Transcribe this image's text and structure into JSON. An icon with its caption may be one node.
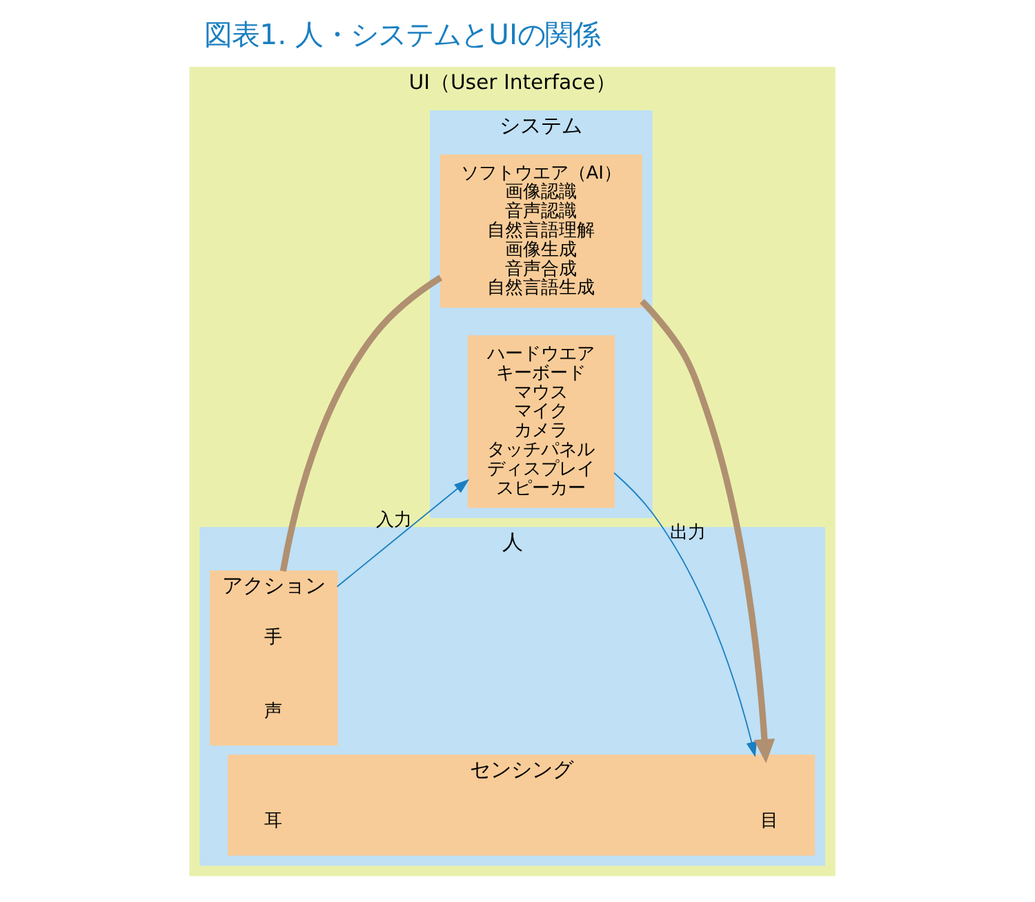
{
  "diagram": {
    "title": "図表1. 人・システムとUIの関係",
    "nodes": [
      {
        "text": [
          "UI（User Interface）"
        ]
      },
      {
        "text": [
          "人"
        ],
        "in": 0
      },
      {
        "text": [
          "アクション"
        ],
        "in": 1
      },
      {
        "text": [
          "手"
        ],
        "in": 2
      },
      {
        "text": [
          "声"
        ],
        "in": 2
      },
      {
        "text": [
          "センシング"
        ],
        "in": 1
      },
      {
        "text": [
          "目"
        ],
        "in": 5
      },
      {
        "text": [
          "耳"
        ],
        "in": 5
      },
      {
        "text": [
          "システム"
        ],
        "in": 0
      },
      {
        "text": [
          "ハードウエア",
          "キーボード",
          "マウス",
          "マイク",
          "カメラ",
          "タッチパネル",
          "ディスプレイ",
          "スピーカー"
        ],
        "in": 8
      },
      {
        "text": [
          "ソフトウエア（AI）",
          "画像認識",
          "音声認識",
          "自然言語理解",
          "画像生成",
          "音声合成",
          "自然言語生成"
        ],
        "in": 8
      }
    ],
    "edges": [
      {
        "from": 2,
        "to": 9,
        "arrow": "to",
        "label": "入力",
        "color": "#1a7fc1"
      },
      {
        "from": 9,
        "to": 5,
        "arrow": "to",
        "label": "出力",
        "color": "#1a7fc1"
      },
      {
        "from": 2,
        "to": 10,
        "arrow": "none",
        "style": "thick",
        "color": "#b09070"
      },
      {
        "from": 10,
        "to": 5,
        "arrow": "to",
        "style": "thick",
        "color": "#b09070"
      }
    ]
  }
}
